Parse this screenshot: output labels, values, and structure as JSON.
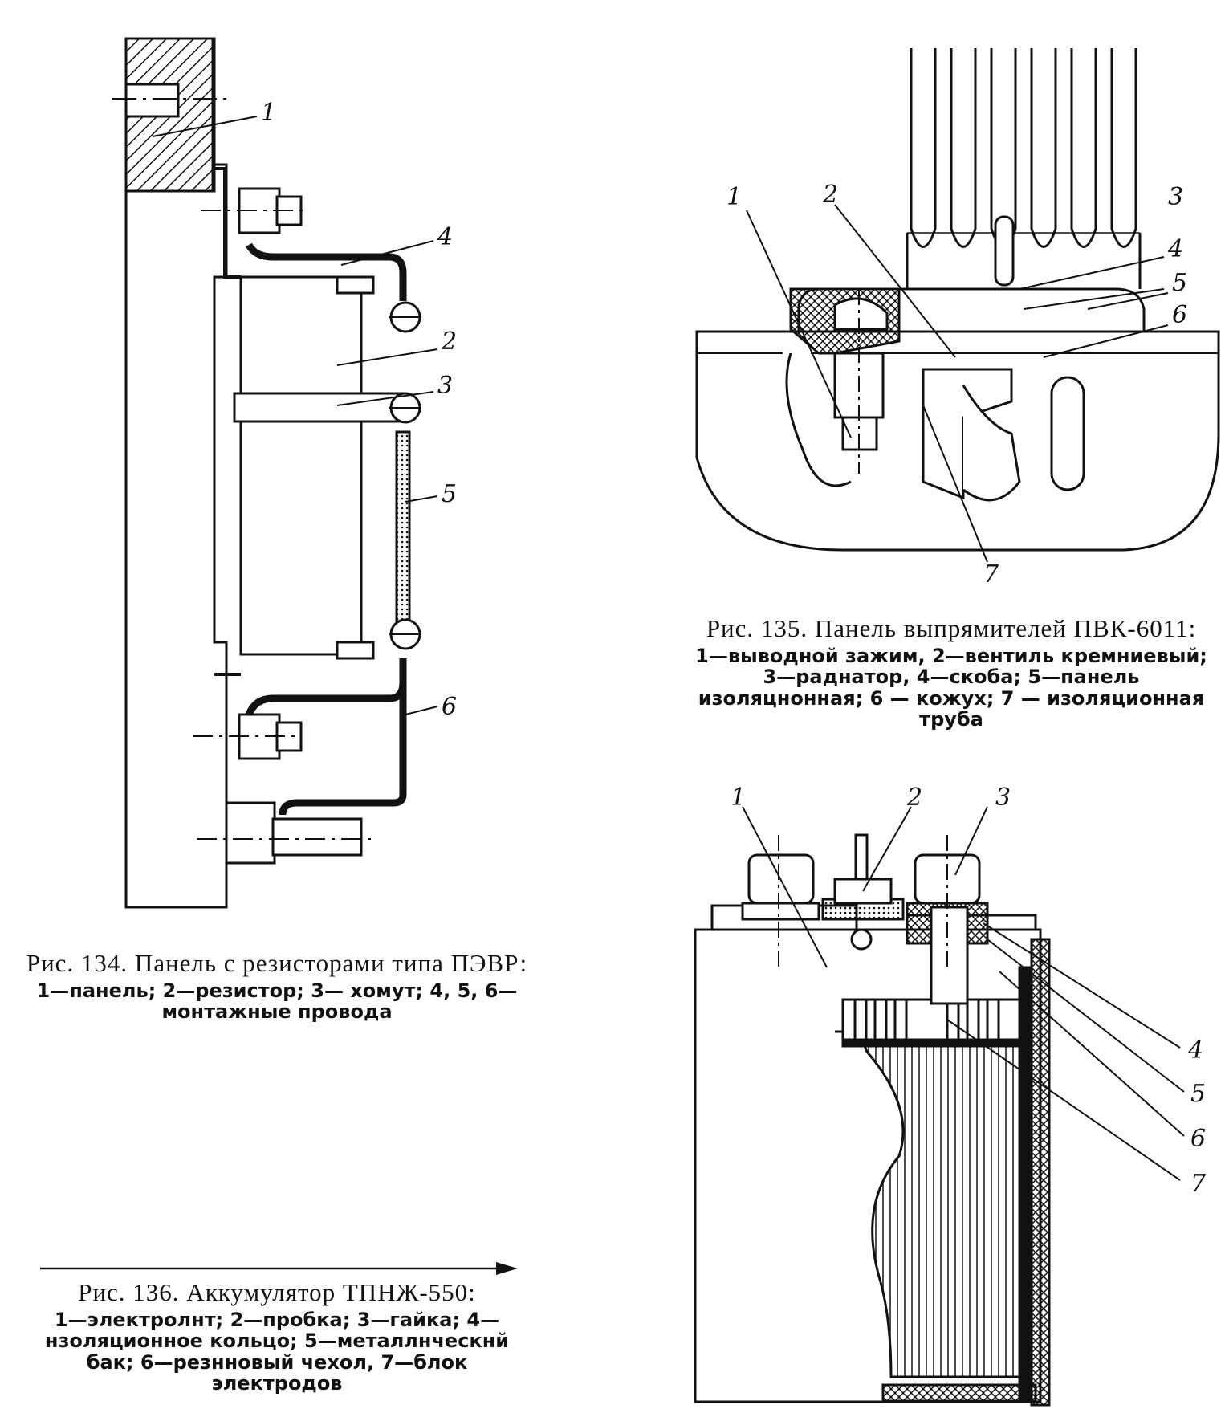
{
  "fig134": {
    "title": "Рис. 134. Панель с резисторами типа ПЭВР:",
    "legend": "1—панель; 2—резистор; 3— хомут; 4, 5, 6—монтажные провода",
    "labels": [
      "1",
      "2",
      "3",
      "4",
      "5",
      "6"
    ]
  },
  "fig135": {
    "title": "Рис. 135. Панель выпрямителей ПВК-6011:",
    "legend": "1—выводной зажим, 2—вентиль кремниевый; 3—раднатор, 4—скоба; 5—панель изоляцнонная; 6 — кожух; 7 — изоляционная труба",
    "labels": [
      "1",
      "2",
      "3",
      "4",
      "5",
      "6",
      "7"
    ]
  },
  "fig136": {
    "title": "Рис. 136. Аккумулятор ТПНЖ-550:",
    "legend": "1—электролнт; 2—пробка; 3—гайка; 4—нзоляционное кольцо; 5—металлнческнй бак; 6—резнновый чехол, 7—блок электродов",
    "labels": [
      "1",
      "2",
      "3",
      "4",
      "5",
      "6",
      "7"
    ]
  }
}
